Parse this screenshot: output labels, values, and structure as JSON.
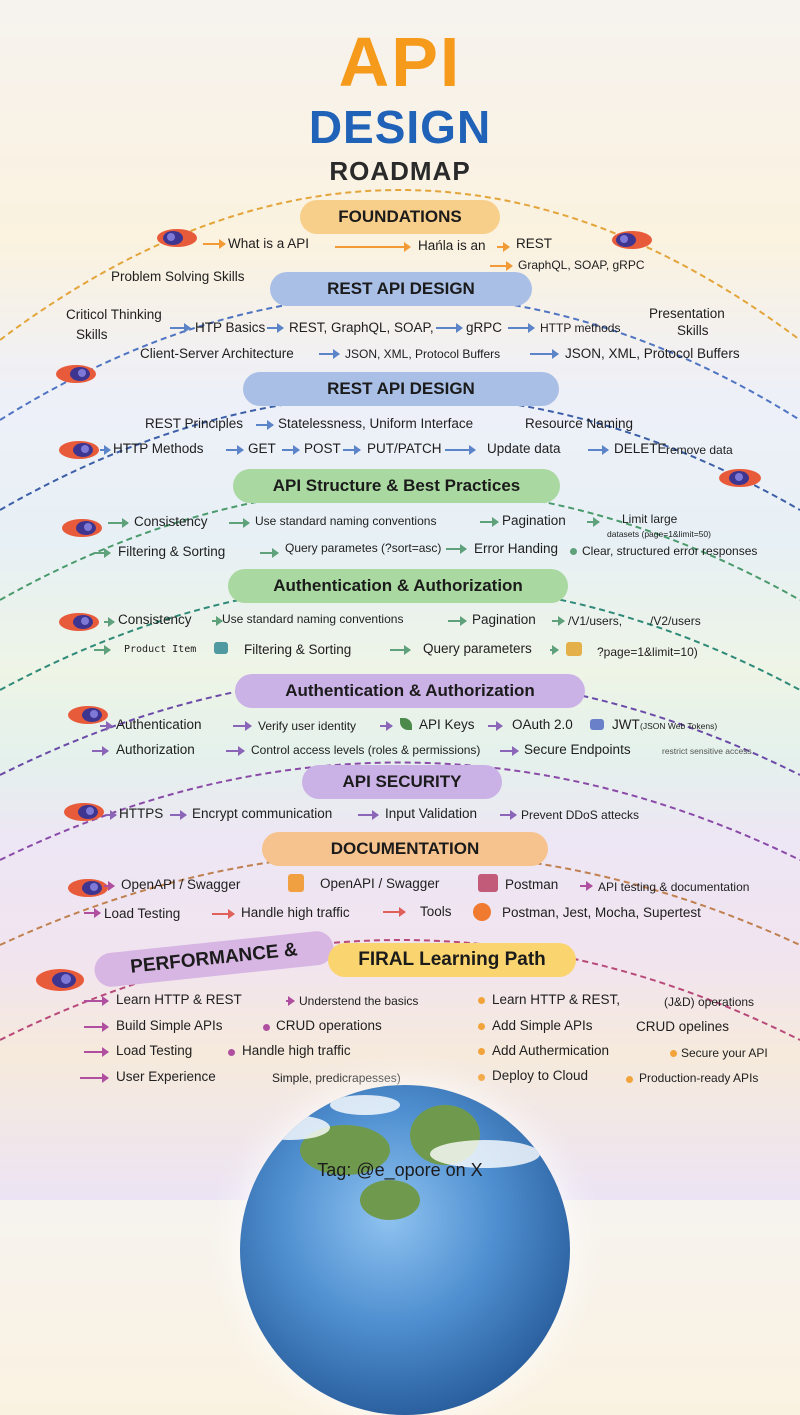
{
  "header": {
    "api": "API",
    "design": "DESIGN",
    "roadmap": "ROADMAP"
  },
  "colors": {
    "orange": "#f59a1b",
    "blue": "#1f62b8"
  },
  "icons": [
    "rocket-icon",
    "document-icon",
    "postman-icon",
    "tools-icon",
    "key-icon",
    "lock-icon",
    "globe-icon"
  ],
  "foundations": {
    "title": "FOUNDATIONS",
    "items": [
      "What is a API",
      "Hańla is an",
      "REST",
      "GraphQL, SOAP, gRPC",
      "Problem Solving Skills"
    ]
  },
  "rest1": {
    "title": "REST API DESIGN",
    "items": [
      "Criticol Thinking",
      "Skills",
      "HTP Basics",
      "REST, GraphQL, SOAP,",
      "gRPC",
      "HTTP methods",
      "Presentation",
      "Skills",
      "Client-Server Architecture",
      "JSON, XML, Protocol Buffers",
      "JSON, XML, Protocol Buffers"
    ]
  },
  "rest2": {
    "title": "REST API DESIGN",
    "items": [
      "REST Principles",
      "Statelessness, Uniform Interface",
      "Resource Naming",
      "HTTP Methods",
      "GET",
      "POST",
      "PUT/PATCH",
      "Update data",
      "DELETE",
      "remove data"
    ]
  },
  "structure": {
    "title": "API Structure & Best Practices",
    "items": [
      "Consistency",
      "Use standard naming conventions",
      "Pagination",
      "Limit large",
      "datasets (page=1&limit=50)",
      "Filtering & Sorting",
      "Query parametes (?sort=asc)",
      "Error Handing",
      "Clear, structured error responses"
    ]
  },
  "auth1": {
    "title": "Authentication & Authorization",
    "items": [
      "Consistency",
      "Use standard naming conventions",
      "Pagination",
      "/V1/users,",
      "/V2/users",
      "Product Item",
      "Filtering & Sorting",
      "Query parameters",
      "?page=1&limit=10)"
    ]
  },
  "auth2": {
    "title": "Authentication & Authorization",
    "items": [
      "Authentication",
      "Verify user identity",
      "API Keys",
      "OAuth 2.0",
      "JWT",
      "(JSON Web Tokens)",
      "Authorization",
      "Control access levels (roles & permissions)",
      "Secure Endpoints",
      "restrict sensitive access"
    ]
  },
  "security": {
    "title": "API SECURITY",
    "items": [
      "HTTPS",
      "Encrypt communication",
      "Input Validation",
      "Prevent DDoS attecks"
    ]
  },
  "docs": {
    "title": "DOCUMENTATION",
    "items": [
      "OpenAPI /  Swagger",
      "OpenAPI / Swagger",
      "Postman",
      "API testing & documentation",
      "Load Testing",
      "Handle high traffic",
      "Tools",
      "Postman, Jest, Mocha, Supertest"
    ]
  },
  "final": {
    "perf_title": "PERFORMANCE &",
    "path_title": "FIRAL Learning Path",
    "left": [
      {
        "a": "Learn HTTP & REST",
        "b": "Understend the basics"
      },
      {
        "a": "Build Simple APIs",
        "b": "CRUD operations"
      },
      {
        "a": "Load Testing",
        "b": "Handle high traffic"
      },
      {
        "a": "User Experience",
        "b": "Simple, predicrapesses)"
      }
    ],
    "right": [
      {
        "a": "Learn HTTP & REST,",
        "b": "(J&D) operations"
      },
      {
        "a": "Add Simple APIs",
        "b": "CRUD opelines"
      },
      {
        "a": "Add Authermication",
        "b": "Secure your API"
      },
      {
        "a": "Deploy to Cloud",
        "b": "Production-ready APIs"
      }
    ]
  },
  "footer": {
    "tag": "Tag: @e_opore on X"
  }
}
